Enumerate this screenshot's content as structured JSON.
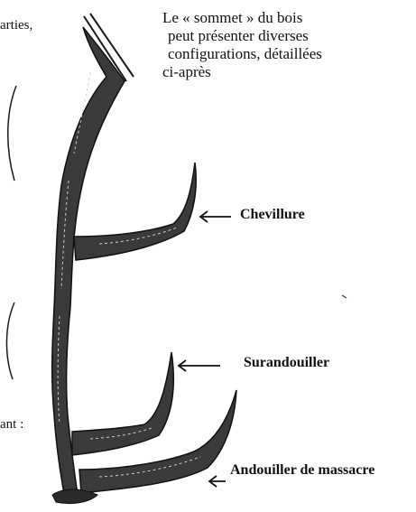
{
  "top_cut_text": "arties,",
  "bottom_cut_text": "ant :",
  "intro": {
    "line1": "Le « sommet » du bois",
    "line2": "peut présenter diverses",
    "line3": "configurations, détaillées",
    "line4": "ci-après"
  },
  "labels": {
    "chevillure": "Chevillure",
    "surandouiller": "Surandouiller",
    "andouiller": "Andouiller de massacre"
  },
  "colors": {
    "ink": "#1a1a1a",
    "antler_fill": "#3a3a3a"
  }
}
